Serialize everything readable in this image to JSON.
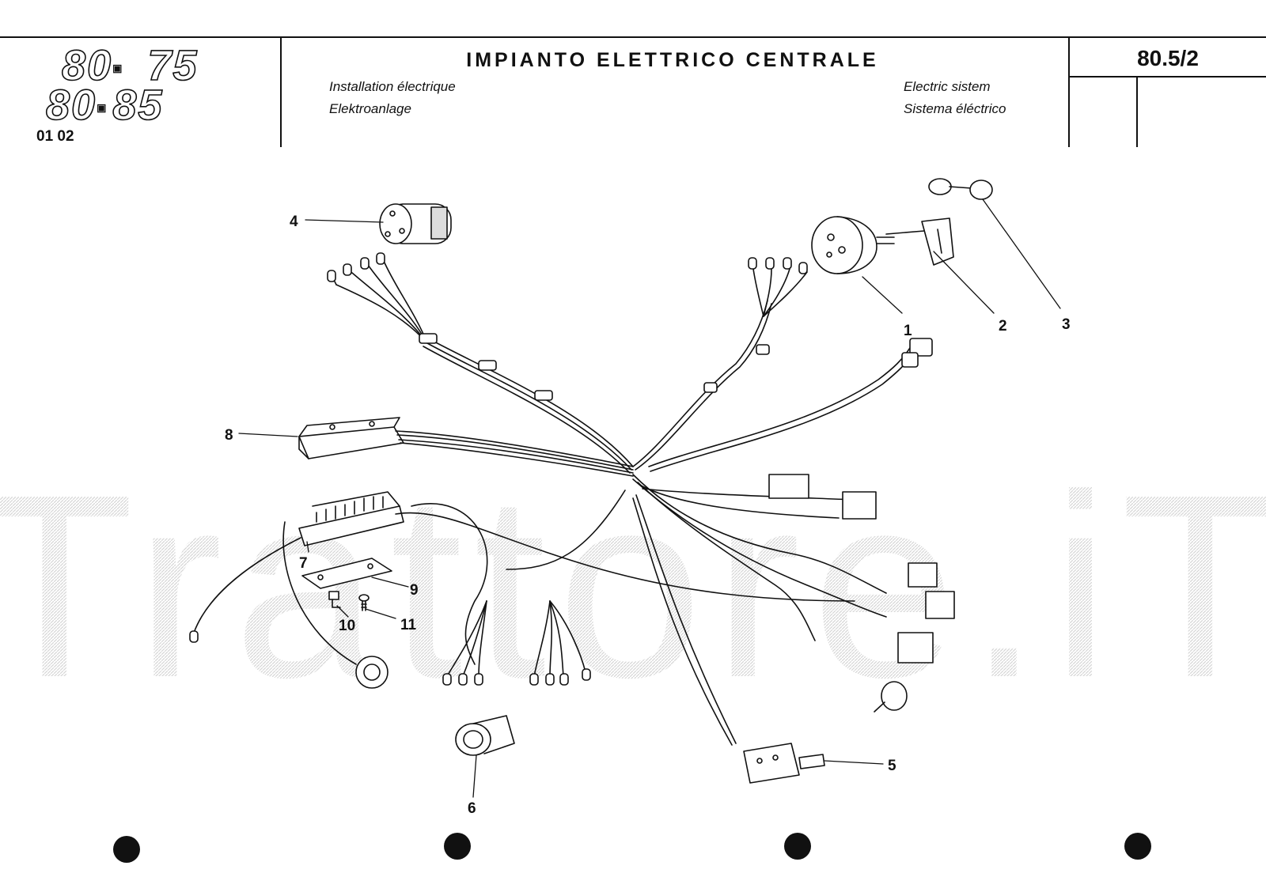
{
  "header": {
    "model_line_1": {
      "main": "80",
      "sep": "75"
    },
    "model_line_2": {
      "main": "80",
      "sep": "85"
    },
    "page_code": "01 02",
    "title": "IMPIANTO ELETTRICO CENTRALE",
    "subtitle_fr": "Installation électrique",
    "subtitle_de": "Elektroanlage",
    "subtitle_en": "Electric sistem",
    "subtitle_es": "Sistema éléctrico",
    "reference": "80.5/2"
  },
  "watermark": "Trattore.iT",
  "callouts": [
    "1",
    "2",
    "3",
    "4",
    "5",
    "6",
    "7",
    "8",
    "9",
    "10",
    "11"
  ],
  "colors": {
    "ink": "#111111",
    "watermark": "#e2e2e2",
    "paper": "#ffffff"
  }
}
